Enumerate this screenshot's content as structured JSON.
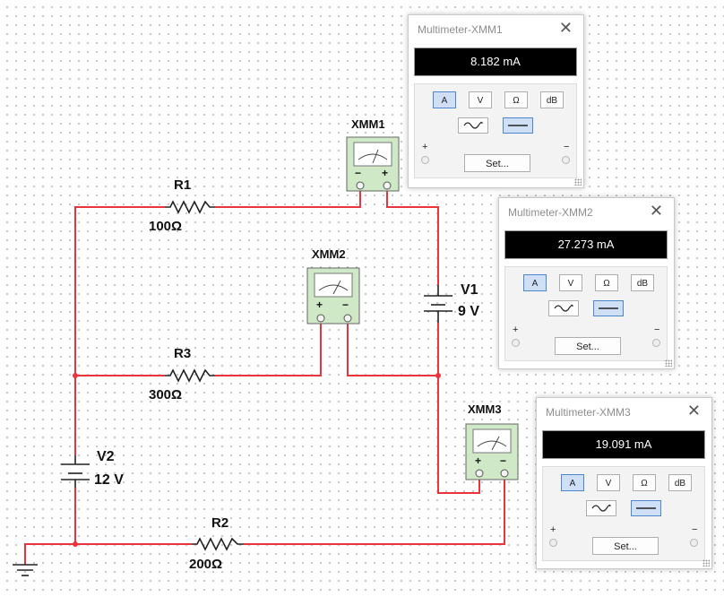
{
  "colors": {
    "wire": "#e8343a",
    "display_bg": "#000000",
    "active_button": "#cfe0f6"
  },
  "schematic": {
    "r1": {
      "name": "R1",
      "value": "100Ω"
    },
    "r2": {
      "name": "R2",
      "value": "200Ω"
    },
    "r3": {
      "name": "R3",
      "value": "300Ω"
    },
    "v1": {
      "name": "V1",
      "value": "9 V"
    },
    "v2": {
      "name": "V2",
      "value": "12 V"
    },
    "xmm1": {
      "name": "XMM1"
    },
    "xmm2": {
      "name": "XMM2"
    },
    "xmm3": {
      "name": "XMM3"
    },
    "plus": "+",
    "minus": "−"
  },
  "meter_common": {
    "buttons": [
      "A",
      "V",
      "Ω",
      "dB"
    ],
    "active_button": "A",
    "active_wave": "dc",
    "set_label": "Set...",
    "plus": "+",
    "minus": "−",
    "close": "✕"
  },
  "meters": [
    {
      "title": "Multimeter-XMM1",
      "reading": "8.182 mA"
    },
    {
      "title": "Multimeter-XMM2",
      "reading": "27.273 mA"
    },
    {
      "title": "Multimeter-XMM3",
      "reading": "19.091 mA"
    }
  ]
}
